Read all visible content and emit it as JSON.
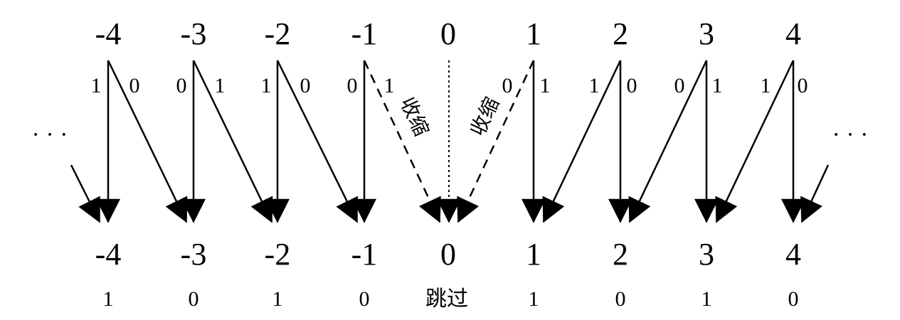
{
  "diagram": {
    "top_row": [
      "-4",
      "-3",
      "-2",
      "-1",
      "0",
      "1",
      "2",
      "3",
      "4"
    ],
    "bottom_row": [
      "-4",
      "-3",
      "-2",
      "-1",
      "0",
      "1",
      "2",
      "3",
      "4"
    ],
    "bottom_bits": [
      "1",
      "0",
      "1",
      "0",
      "跳过",
      "1",
      "0",
      "1",
      "0"
    ],
    "arrow_bit_labels": {
      "n4_left": "1",
      "n4_right": "0",
      "n3_left": "0",
      "n3_right": "1",
      "n2_left": "1",
      "n2_right": "0",
      "n1_left": "0",
      "n1_right": "1",
      "p1_left": "0",
      "p1_right": "1",
      "p2_left": "1",
      "p2_right": "0",
      "p3_left": "0",
      "p3_right": "1",
      "p4_left": "1",
      "p4_right": "0"
    },
    "shrink_label": "收缩",
    "ellipsis": "· · ·"
  }
}
